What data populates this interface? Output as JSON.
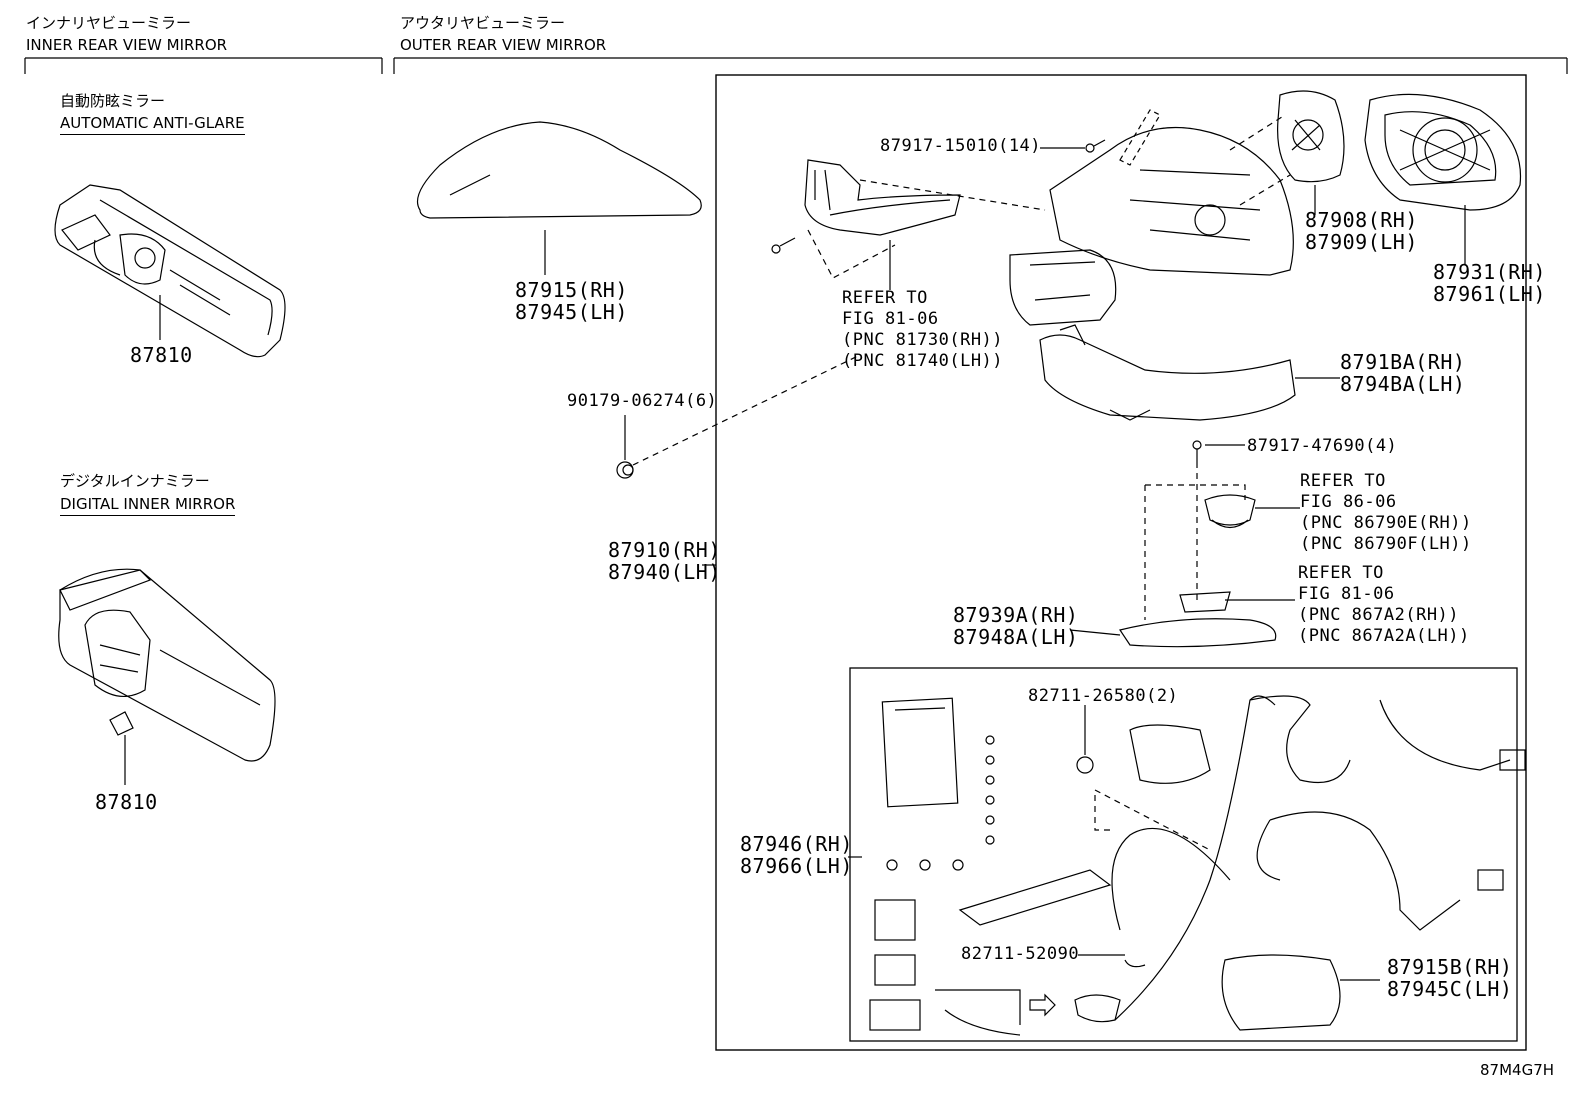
{
  "headers": {
    "inner_jp": "インナリヤビューミラー",
    "inner_en": "INNER REAR VIEW MIRROR",
    "outer_jp": "アウタリヤビューミラー",
    "outer_en": "OUTER REAR VIEW MIRROR"
  },
  "subsections": {
    "auto_jp": "自動防眩ミラー",
    "auto_en": "AUTOMATIC ANTI-GLARE",
    "digital_jp": "デジタルインナミラー",
    "digital_en": "DIGITAL INNER MIRROR"
  },
  "labels": {
    "p87810a": "87810",
    "p87810b": "87810",
    "p87915rh": "87915(RH)",
    "p87945lh": "87945(LH)",
    "p90179": "90179-06274(6)",
    "p87910rh": "87910(RH)",
    "p87940lh": "87940(LH)",
    "p87917a": "87917-15010(14)",
    "ref1_a": "REFER TO",
    "ref1_b": "FIG 81-06",
    "ref1_c": "(PNC 81730(RH))",
    "ref1_d": "(PNC 81740(LH))",
    "p87908rh": "87908(RH)",
    "p87909lh": "87909(LH)",
    "p87931rh": "87931(RH)",
    "p87961lh": "87961(LH)",
    "p8791ba": "8791BA(RH)",
    "p8794ba": "8794BA(LH)",
    "p87917b": "87917-47690(4)",
    "ref2_a": "REFER TO",
    "ref2_b": "FIG 86-06",
    "ref2_c": "(PNC 86790E(RH))",
    "ref2_d": "(PNC 86790F(LH))",
    "ref3_a": "REFER TO",
    "ref3_b": "FIG 81-06",
    "ref3_c": "(PNC 867A2(RH))",
    "ref3_d": "(PNC 867A2A(LH))",
    "p87939a": "87939A(RH)",
    "p87948a": "87948A(LH)",
    "p82711a": "82711-26580(2)",
    "p87946rh": "87946(RH)",
    "p87966lh": "87966(LH)",
    "p82711b": "82711-52090",
    "p87915b": "87915B(RH)",
    "p87945c": "87945C(LH)",
    "fig_code": "87M4G7H"
  }
}
